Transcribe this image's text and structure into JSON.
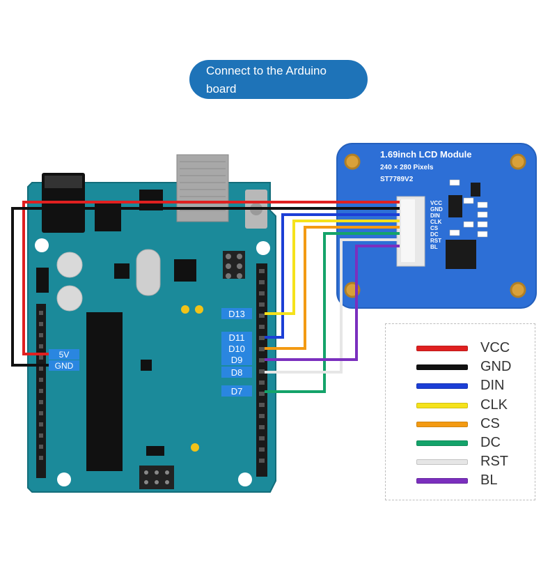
{
  "banner": {
    "text": "Connect to the Arduino board"
  },
  "lcd": {
    "title": "1.69inch LCD Module",
    "resolution": "240 × 280 Pixels",
    "driver": "ST7789V2",
    "pins": [
      "VCC",
      "GND",
      "DIN",
      "CLK",
      "CS",
      "DC",
      "RST",
      "BL"
    ]
  },
  "arduino": {
    "labels": {
      "d13": "D13",
      "d11": "D11",
      "d10": "D10",
      "d9": "D9",
      "d8": "D8",
      "d7": "D7",
      "v5": "5V",
      "gnd": "GND"
    }
  },
  "legend": [
    {
      "label": "VCC",
      "color": "#e02020"
    },
    {
      "label": "GND",
      "color": "#111111"
    },
    {
      "label": "DIN",
      "color": "#1c3fd6"
    },
    {
      "label": "CLK",
      "color": "#f5e21b"
    },
    {
      "label": "CS",
      "color": "#f39a12"
    },
    {
      "label": "DC",
      "color": "#14a36a"
    },
    {
      "label": "RST",
      "color": "#e6e6e6"
    },
    {
      "label": "BL",
      "color": "#7b2fbe"
    }
  ],
  "colors": {
    "board": "#1b8a9a",
    "board_dark": "#136d7a",
    "lcd_board": "#2d6fd6",
    "label_blue": "#2a86e0"
  }
}
